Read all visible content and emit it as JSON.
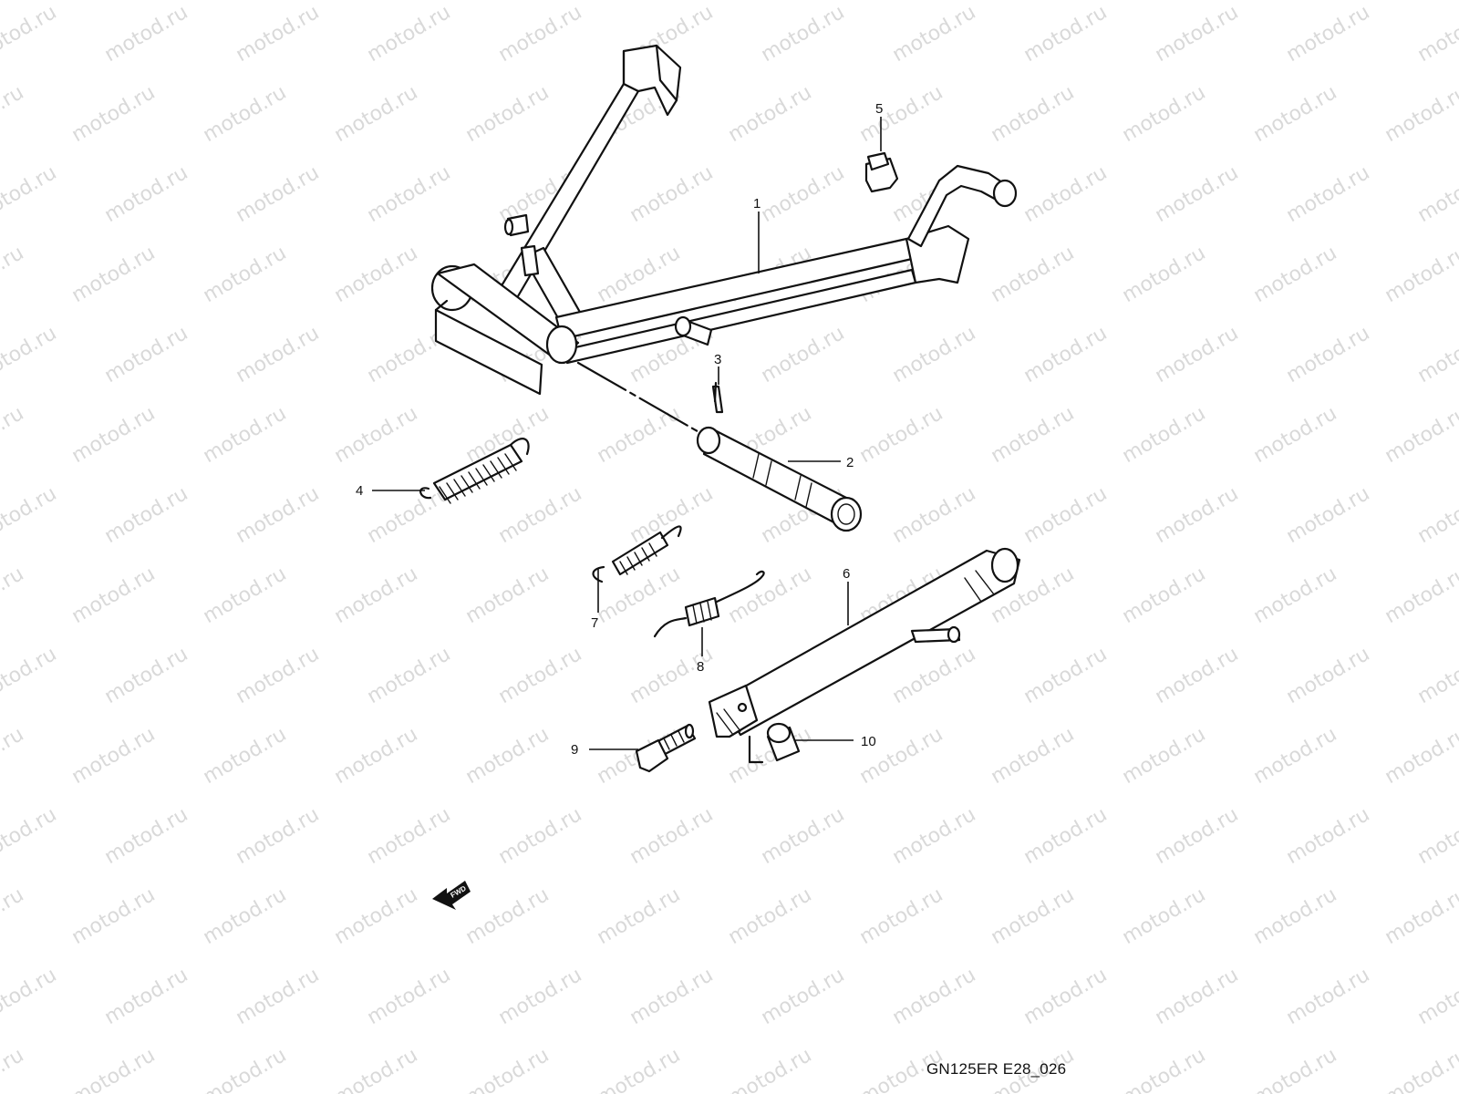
{
  "diagram": {
    "watermark_text": "motod.ru",
    "drawing_code": "GN125ER E28_026",
    "fwd_label": "FWD",
    "callouts": [
      {
        "id": "1",
        "label": "1"
      },
      {
        "id": "2",
        "label": "2"
      },
      {
        "id": "3",
        "label": "3"
      },
      {
        "id": "4",
        "label": "4"
      },
      {
        "id": "5",
        "label": "5"
      },
      {
        "id": "6",
        "label": "6"
      },
      {
        "id": "7",
        "label": "7"
      },
      {
        "id": "8",
        "label": "8"
      },
      {
        "id": "9",
        "label": "9"
      },
      {
        "id": "10",
        "label": "10"
      }
    ]
  }
}
